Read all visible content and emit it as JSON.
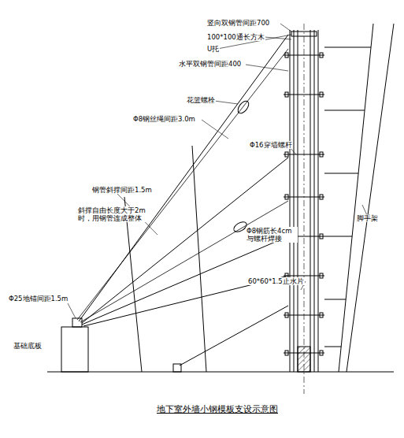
{
  "diagram": {
    "caption": "地下室外墙小钢模板支设示意图",
    "labels": [
      "竖向双钢管间距700",
      "100*100通长方木",
      "U托",
      "水平双钢管间距400",
      "花篮螺栓",
      "Φ8钢丝绳间距3.0m",
      "Φ16穿墙螺杆",
      "钢管斜撑间距1.5m",
      "斜撑自由长度大于2m 时，用钢管连成整体",
      "Φ8钢筋长4cm 与螺杆焊接",
      "60*60*1.5止水片",
      "脚手架",
      "Φ25地锚间距1.5m",
      "基础底板"
    ]
  }
}
